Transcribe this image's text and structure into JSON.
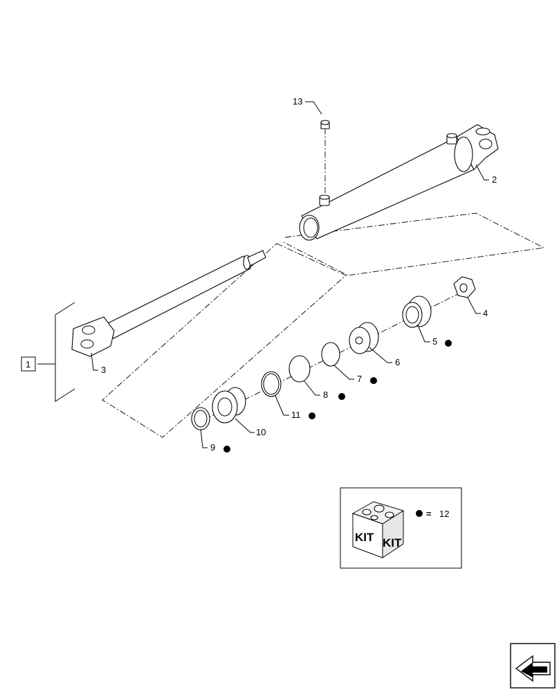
{
  "callouts": [
    {
      "id": "c1",
      "text": "1",
      "boxed": true
    },
    {
      "id": "c2",
      "text": "2"
    },
    {
      "id": "c3",
      "text": "3"
    },
    {
      "id": "c4",
      "text": "4"
    },
    {
      "id": "c5",
      "text": "5",
      "kit_dot": true
    },
    {
      "id": "c6",
      "text": "6"
    },
    {
      "id": "c7",
      "text": "7",
      "kit_dot": true
    },
    {
      "id": "c8",
      "text": "8",
      "kit_dot": true
    },
    {
      "id": "c9",
      "text": "9",
      "kit_dot": true
    },
    {
      "id": "c10",
      "text": "10",
      "kit_dot": true
    },
    {
      "id": "c11",
      "text": "11"
    },
    {
      "id": "c13",
      "text": "13"
    }
  ],
  "legend": {
    "box_text_left": "KIT",
    "box_text_right": "KIT",
    "equals": "=",
    "kit_number": "12"
  },
  "colors": {
    "line": "#000000",
    "kit_box_side": "#d8d8d8",
    "kit_box_top": "#f2f2f2"
  },
  "icons": {
    "navigation": "return-arrow-icon",
    "kit_marker": "filled-dot-icon"
  }
}
